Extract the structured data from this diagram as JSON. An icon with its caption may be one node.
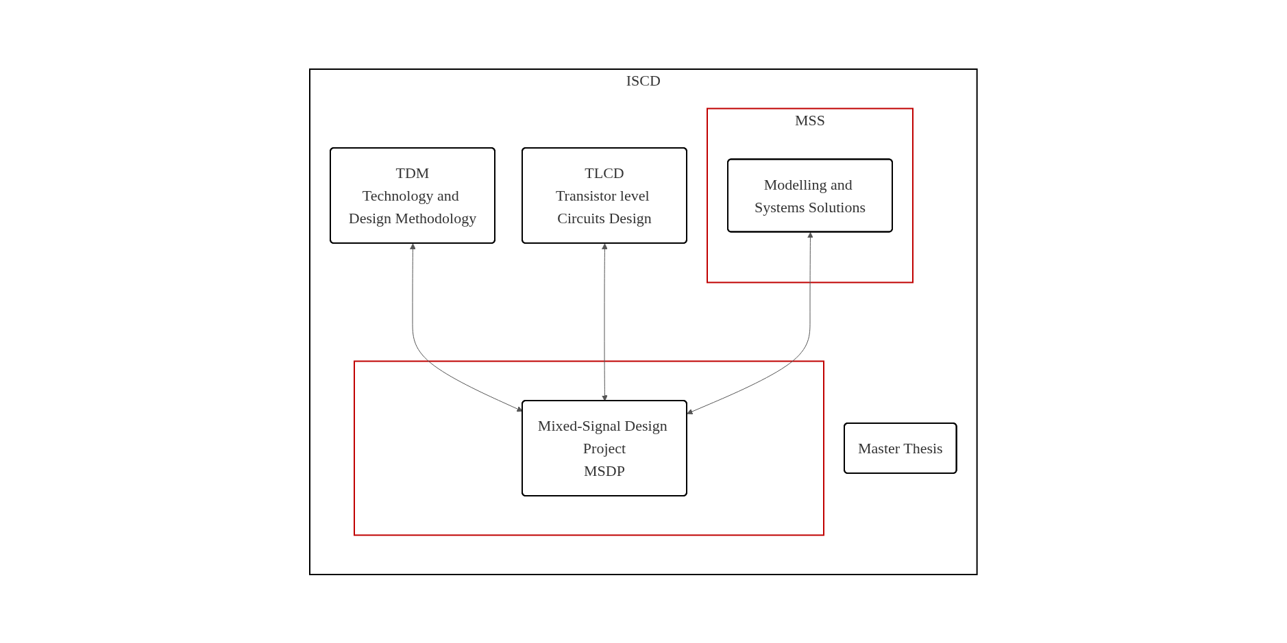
{
  "diagram": {
    "nodes": [
      {
        "text": [
          "ISCD"
        ]
      },
      {
        "text": [
          "TDM",
          "Technology and Design Methodology"
        ],
        "in": 0
      },
      {
        "text": [
          "TLCD",
          "Transistor level Circuits Design"
        ],
        "in": 0
      },
      {
        "text": [
          "MSS"
        ],
        "in": 0
      },
      {
        "text": [
          "Modelling and Systems Solutions"
        ],
        "in": 3
      },
      {
        "text": [],
        "shape": "box",
        "in": 0
      },
      {
        "text": [
          "Mixed-Signal Design Project",
          "MSDP"
        ],
        "in": 5
      },
      {
        "text": [
          "Master Thesis"
        ],
        "in": 0
      }
    ],
    "edges": [
      {
        "from": 1,
        "to": 6,
        "arrow": "both"
      },
      {
        "from": 2,
        "to": 6,
        "arrow": "both"
      },
      {
        "from": 4,
        "to": 6,
        "arrow": "both"
      }
    ]
  }
}
